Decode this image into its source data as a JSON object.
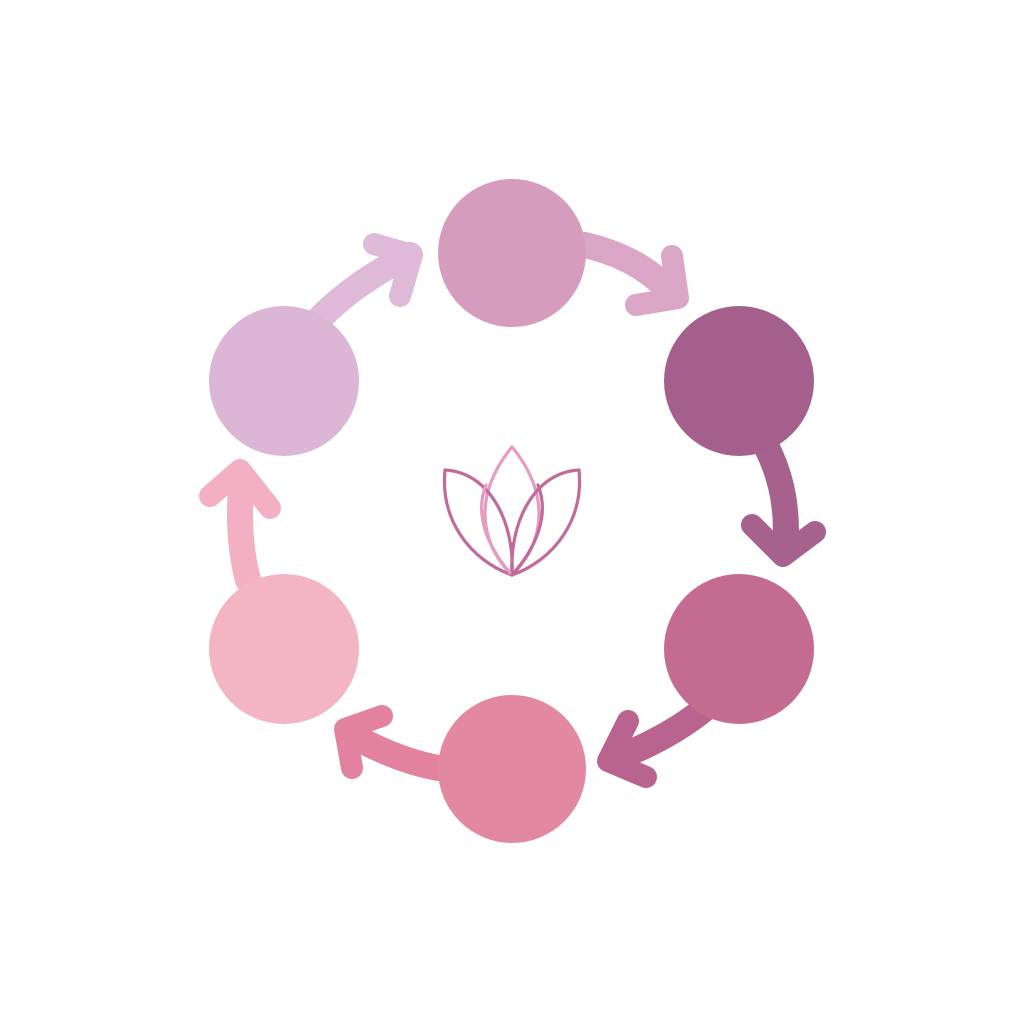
{
  "diagram": {
    "type": "cycle",
    "direction": "clockwise",
    "nodes": [
      {
        "id": "top",
        "color": "#d59cbe"
      },
      {
        "id": "upper-right",
        "color": "#a45f8c"
      },
      {
        "id": "lower-right",
        "color": "#c46c8f"
      },
      {
        "id": "bottom",
        "color": "#e388a1"
      },
      {
        "id": "lower-left",
        "color": "#f3b4c4"
      },
      {
        "id": "upper-left",
        "color": "#dbb6d5"
      }
    ],
    "arrows": [
      {
        "from": "top",
        "to": "upper-right",
        "color": "#dba6c6"
      },
      {
        "from": "upper-right",
        "to": "lower-right",
        "color": "#a7618d"
      },
      {
        "from": "lower-right",
        "to": "bottom",
        "color": "#b9648e"
      },
      {
        "from": "bottom",
        "to": "lower-left",
        "color": "#e3829e"
      },
      {
        "from": "lower-left",
        "to": "upper-left",
        "color": "#f2b0c2"
      },
      {
        "from": "upper-left",
        "to": "top",
        "color": "#dfbad8"
      }
    ],
    "center_icon": {
      "name": "lotus-icon",
      "colors": [
        "#c26a9a",
        "#e79cbf"
      ]
    }
  }
}
